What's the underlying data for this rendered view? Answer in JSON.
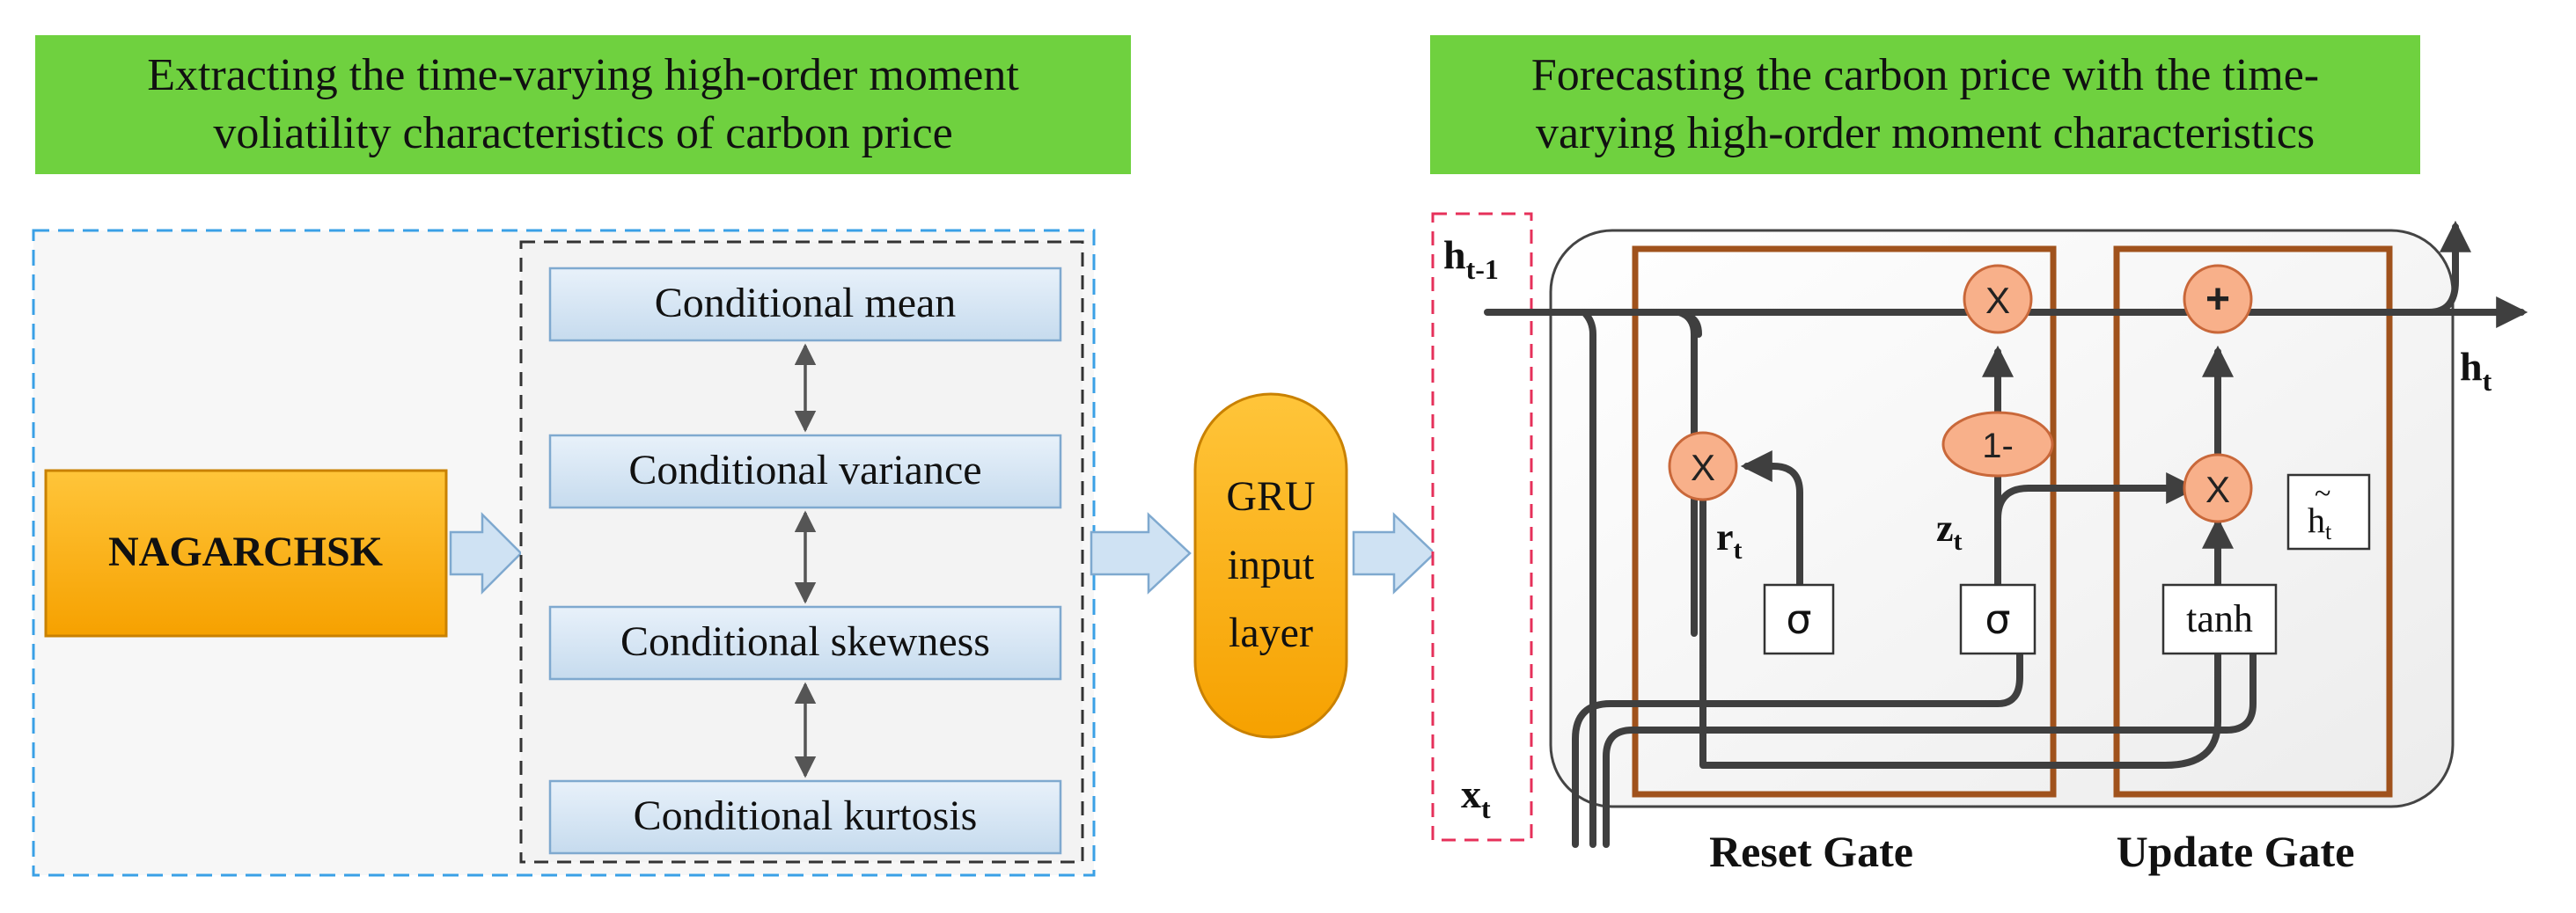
{
  "left_header": {
    "line1": "Extracting the time-varying high-order moment",
    "line2": "voliatility characteristics of carbon price"
  },
  "right_header": {
    "line1": "Forecasting the carbon price with the time-",
    "line2": "varying high-order moment characteristics"
  },
  "model_box": {
    "label": "NAGARCHSK"
  },
  "moments": [
    {
      "label": "Conditional mean"
    },
    {
      "label": "Conditional variance"
    },
    {
      "label": "Conditional skewness"
    },
    {
      "label": "Conditional kurtosis"
    }
  ],
  "input_layer": {
    "line1": "GRU",
    "line2": "input",
    "line3": "layer"
  },
  "gru": {
    "h_prev": {
      "base": "h",
      "sub": "t-1"
    },
    "x_t": {
      "base": "x",
      "sub": "t"
    },
    "h_t": {
      "base": "h",
      "sub": "t"
    },
    "r_t": {
      "base": "r",
      "sub": "t"
    },
    "z_t": {
      "base": "z",
      "sub": "t"
    },
    "h_tilde": {
      "base": "h",
      "sub": "t"
    },
    "ops": {
      "multiply": "X",
      "add": "+",
      "one_minus": "1-"
    },
    "activations": {
      "sigma": "σ",
      "tanh": "tanh"
    },
    "gates": {
      "reset": "Reset Gate",
      "update": "Update Gate"
    }
  },
  "colors": {
    "header_green": "#6fd13f",
    "orange": "#ffb300",
    "light_blue": "#d6e6f4",
    "gate_brown": "#a0521c",
    "op_salmon": "#f8b08a",
    "blue_dash": "#3aa0e6",
    "pink_dash": "#e6305a",
    "line_gray": "#3f3f3f"
  }
}
